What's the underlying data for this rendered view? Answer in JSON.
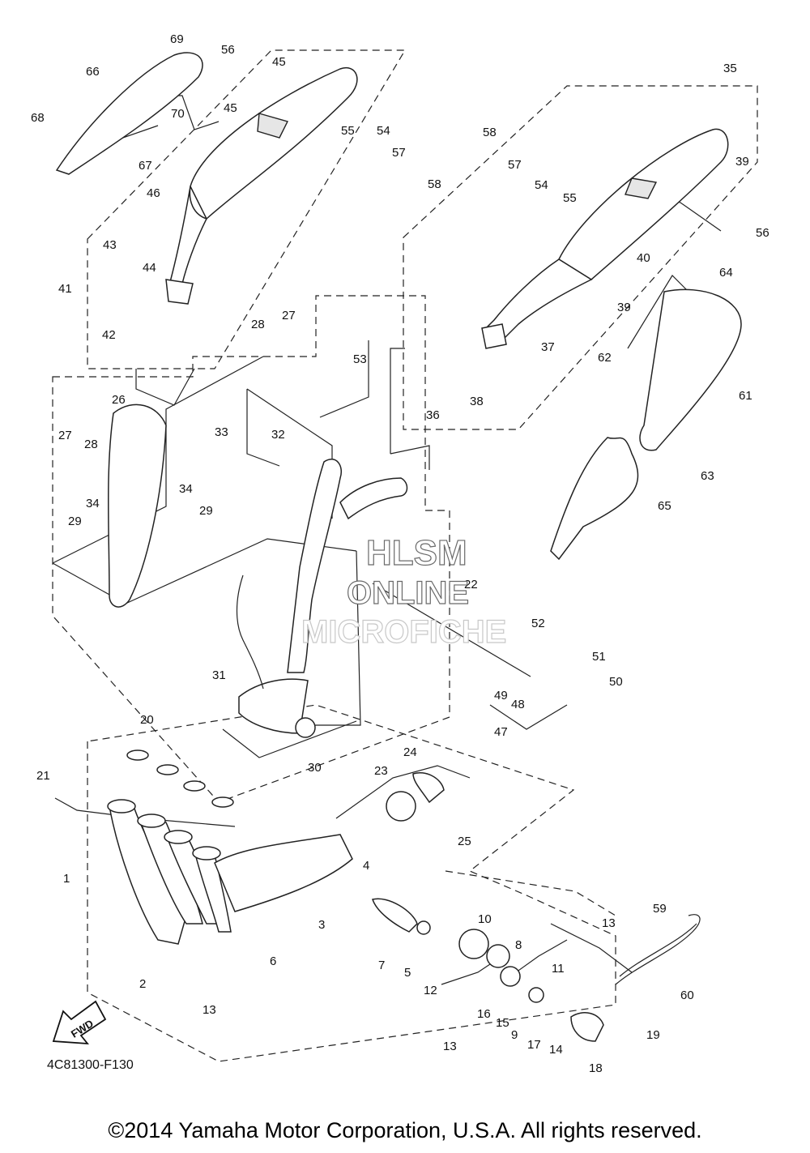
{
  "watermark": {
    "line1": "HLSM",
    "line2": "ONLINE",
    "line3": "MICROFICHE"
  },
  "figure_code": "4C81300-F130",
  "fwd_label": "FWD",
  "copyright": "©2014 Yamaha Motor Corporation, U.S.A. All rights reserved.",
  "callouts": [
    "69",
    "56",
    "66",
    "45",
    "68",
    "70",
    "45",
    "55",
    "54",
    "57",
    "58",
    "67",
    "46",
    "43",
    "44",
    "41",
    "42",
    "28",
    "27",
    "53",
    "26",
    "27",
    "28",
    "33",
    "32",
    "34",
    "34",
    "29",
    "29",
    "31",
    "22",
    "30",
    "52",
    "49",
    "48",
    "51",
    "50",
    "47",
    "35",
    "58",
    "57",
    "54",
    "55",
    "39",
    "56",
    "40",
    "39",
    "64",
    "37",
    "38",
    "36",
    "62",
    "61",
    "63",
    "65",
    "20",
    "21",
    "23",
    "24",
    "25",
    "1",
    "4",
    "3",
    "6",
    "2",
    "13",
    "7",
    "5",
    "10",
    "8",
    "12",
    "16",
    "15",
    "9",
    "17",
    "14",
    "11",
    "13",
    "19",
    "18",
    "59",
    "60",
    "13"
  ]
}
